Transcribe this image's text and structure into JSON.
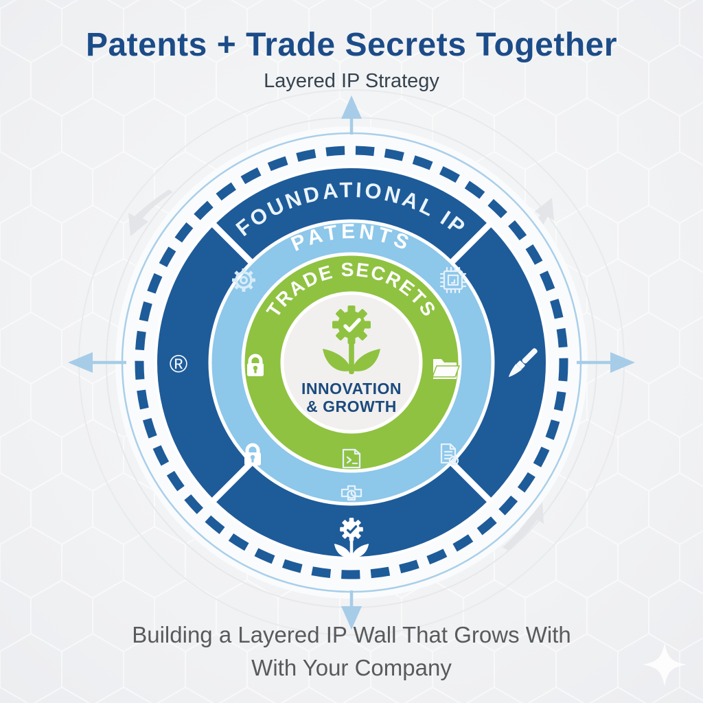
{
  "header": {
    "title": "Patents + Trade Secrets Together",
    "subtitle": "Layered IP Strategy"
  },
  "diagram": {
    "outer_ring_label": "FOUNDATIONAL IP",
    "middle_ring_label": "PATENTS",
    "inner_ring_label": "TRADE SECRETS",
    "center_label_line1": "INNOVATION",
    "center_label_line2": "& GROWTH",
    "trademark_symbol": "®",
    "icons": [
      "gear-icon",
      "microchip-icon",
      "registered-trademark-symbol",
      "paintbrush-icon",
      "padlock-icon",
      "folder-icon",
      "padlock-icon",
      "document-plus-icon",
      "contract-icon",
      "puzzle-clock-icon",
      "gear-check-plant-icon",
      "gear-check-plant-icon",
      "arrow-up",
      "arrow-down",
      "arrow-left",
      "arrow-right",
      "sparkle-icon"
    ]
  },
  "footer": {
    "caption_line1": "Building a Layered IP Wall That Grows With",
    "caption_line2": "With Your Company"
  },
  "colors": {
    "title_navy": "#1c4c88",
    "dark_blue_ring": "#1e5b99",
    "light_blue_ring": "#8dc7ea",
    "green_ring": "#8fc241",
    "center_background": "#f1f0ee",
    "arrow_blue": "#a6cce8",
    "caption_gray": "#595a5d"
  }
}
